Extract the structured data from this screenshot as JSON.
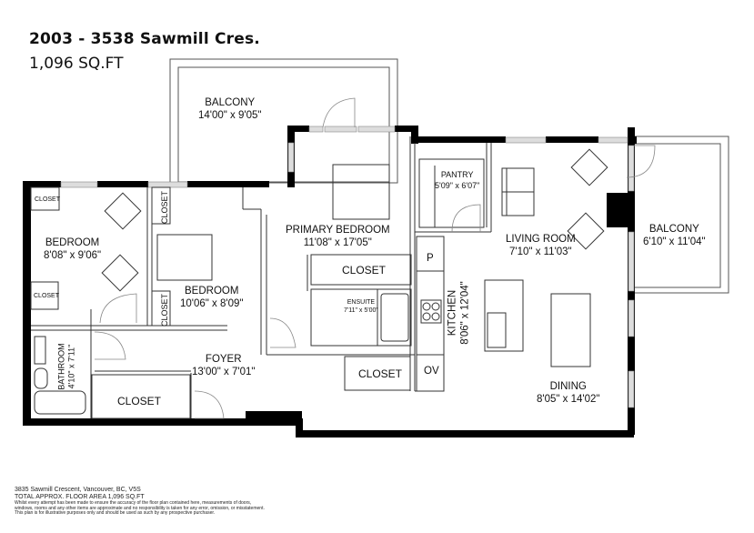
{
  "header": {
    "title": "2003 - 3538 Sawmill Cres.",
    "area": "1,096 SQ.FT"
  },
  "rooms": {
    "balcony_top": {
      "name": "BALCONY",
      "dims": "14'00\" x 9'05\""
    },
    "balcony_right": {
      "name": "BALCONY",
      "dims": "6'10\" x 11'04\""
    },
    "bedroom_left": {
      "name": "BEDROOM",
      "dims": "8'08\" x 9'06\""
    },
    "bedroom_mid": {
      "name": "BEDROOM",
      "dims": "10'06\" x 8'09\""
    },
    "primary_bedroom": {
      "name": "PRIMARY BEDROOM",
      "dims": "11'08\" x 17'05\""
    },
    "ensuite": {
      "name": "ENSUITE",
      "dims": "7'11\" x 5'00\""
    },
    "pantry": {
      "name": "PANTRY",
      "dims": "5'09\" x 6'07\""
    },
    "living_room": {
      "name": "LIVING ROOM",
      "dims": "7'10\" x 11'03\""
    },
    "kitchen": {
      "name": "KITCHEN",
      "dims": "8'06\" x 12'04\""
    },
    "dining": {
      "name": "DINING",
      "dims": "8'05\" x 14'02\""
    },
    "foyer": {
      "name": "FOYER",
      "dims": "13'00\" x 7'01\""
    },
    "bathroom": {
      "name": "BATHROOM",
      "dims": "4'10\" x 7'11\""
    }
  },
  "closets": {
    "label": "CLOSET",
    "kitchen_p": "P",
    "kitchen_ov": "OV"
  },
  "footer": {
    "address": "3835 Sawmill Crescent, Vancouver, BC, V5S",
    "total": "TOTAL APPROX. FLOOR AREA  1,096 SQ.FT",
    "disclaimer_1": "Whilst every attempt has been made to ensure the accuracy of the floor plan contained here, measurements of doors,",
    "disclaimer_2": "windows, rooms and any other items are approximate and no responsibility is taken for any error, omission, or misstatement.",
    "disclaimer_3": "This plan is for illustrative purposes only and should be used as such by any prospective purchaser."
  }
}
